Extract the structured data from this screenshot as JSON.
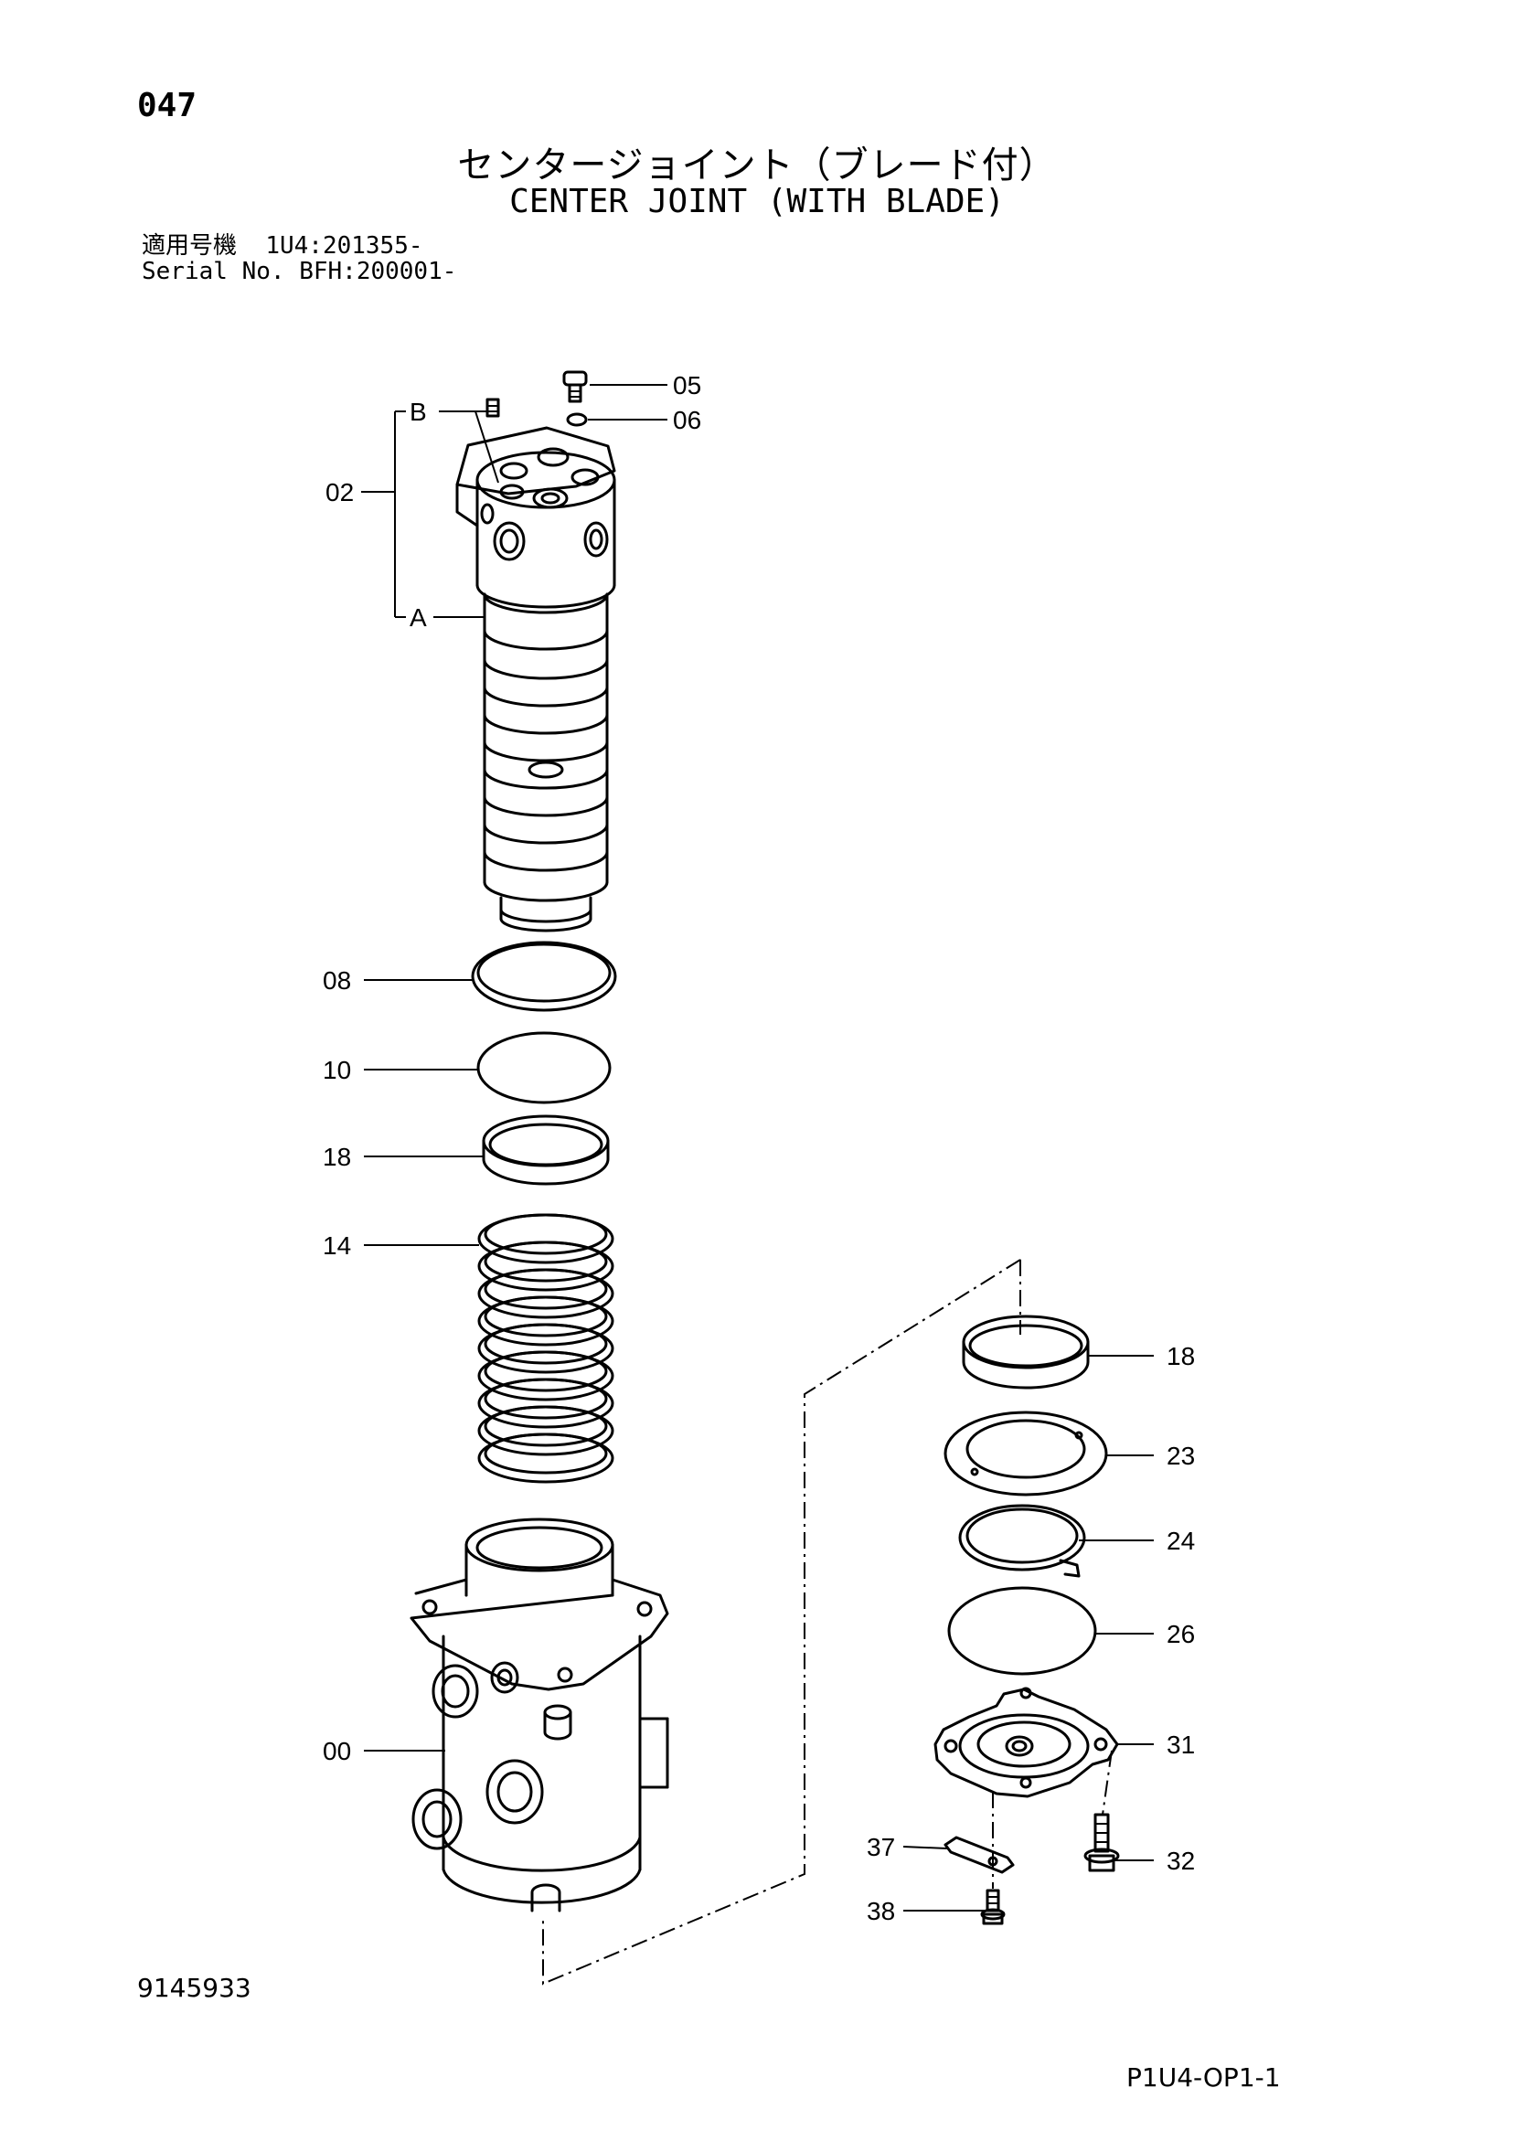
{
  "page": {
    "number": "047",
    "title_jp": "センタージョイント（ブレード付）",
    "title_en": "CENTER JOINT (WITH BLADE)",
    "serial_jp_label": "適用号機",
    "serial_jp_value": "1U4:201355-",
    "serial_en_label": "Serial No.",
    "serial_en_value": "BFH:200001-",
    "doc_number": "9145933",
    "page_code": "P1U4-OP1-1"
  },
  "callouts": {
    "c05": "05",
    "c06": "06",
    "cB": "B",
    "c02": "02",
    "cA": "A",
    "c08": "08",
    "c10": "10",
    "c18a": "18",
    "c14": "14",
    "c00": "00",
    "c18b": "18",
    "c23": "23",
    "c24": "24",
    "c26": "26",
    "c31": "31",
    "c32": "32",
    "c37": "37",
    "c38": "38"
  }
}
